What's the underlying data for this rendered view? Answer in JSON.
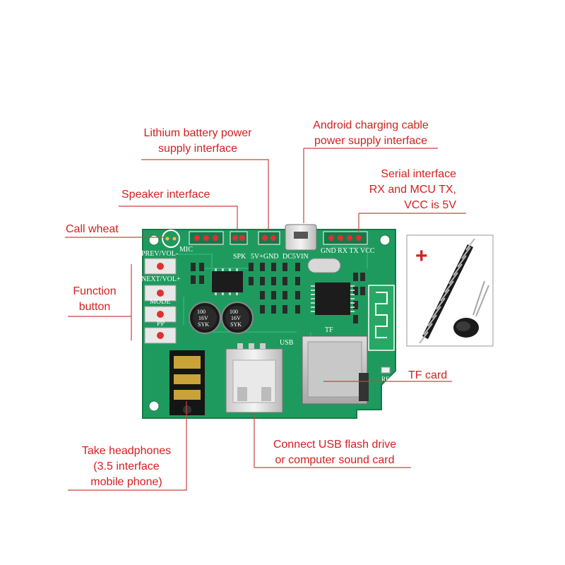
{
  "callouts": {
    "lithium_battery": [
      "Lithium battery power",
      "supply interface"
    ],
    "android_charging": [
      "Android charging cable",
      "power supply interface"
    ],
    "serial_interface": [
      "Serial interface",
      "RX and MCU TX,",
      "VCC is 5V"
    ],
    "speaker_interface": "Speaker interface",
    "call_wheat": "Call wheat",
    "function_button": [
      "Function",
      "button"
    ],
    "tf_card": "TF card",
    "usb_flash": [
      "Connect  USB flash drive",
      "or computer sound card"
    ],
    "headphones": [
      "Take headphones",
      "(3.5 interface",
      "mobile phone)"
    ]
  },
  "board_silkscreen": {
    "prev_vol": "PREV/VOL-",
    "next_vol": "NEXT/VOL+",
    "mode": "MODE",
    "pp": "PP",
    "mic": "MIC",
    "spk": "SPK",
    "power": "5V+GND",
    "dc5vin": "DC5VIN",
    "serial": "GND RX TX VCC",
    "tf": "TF",
    "usb": "USB",
    "red": "RED",
    "cap_label": [
      "100",
      "16V",
      "SYK"
    ]
  },
  "accessories": {
    "plus_sign": "+"
  },
  "colors": {
    "callout_text": "#d32020",
    "leader_line": "#d04040",
    "pcb": "#1f9a5e"
  }
}
